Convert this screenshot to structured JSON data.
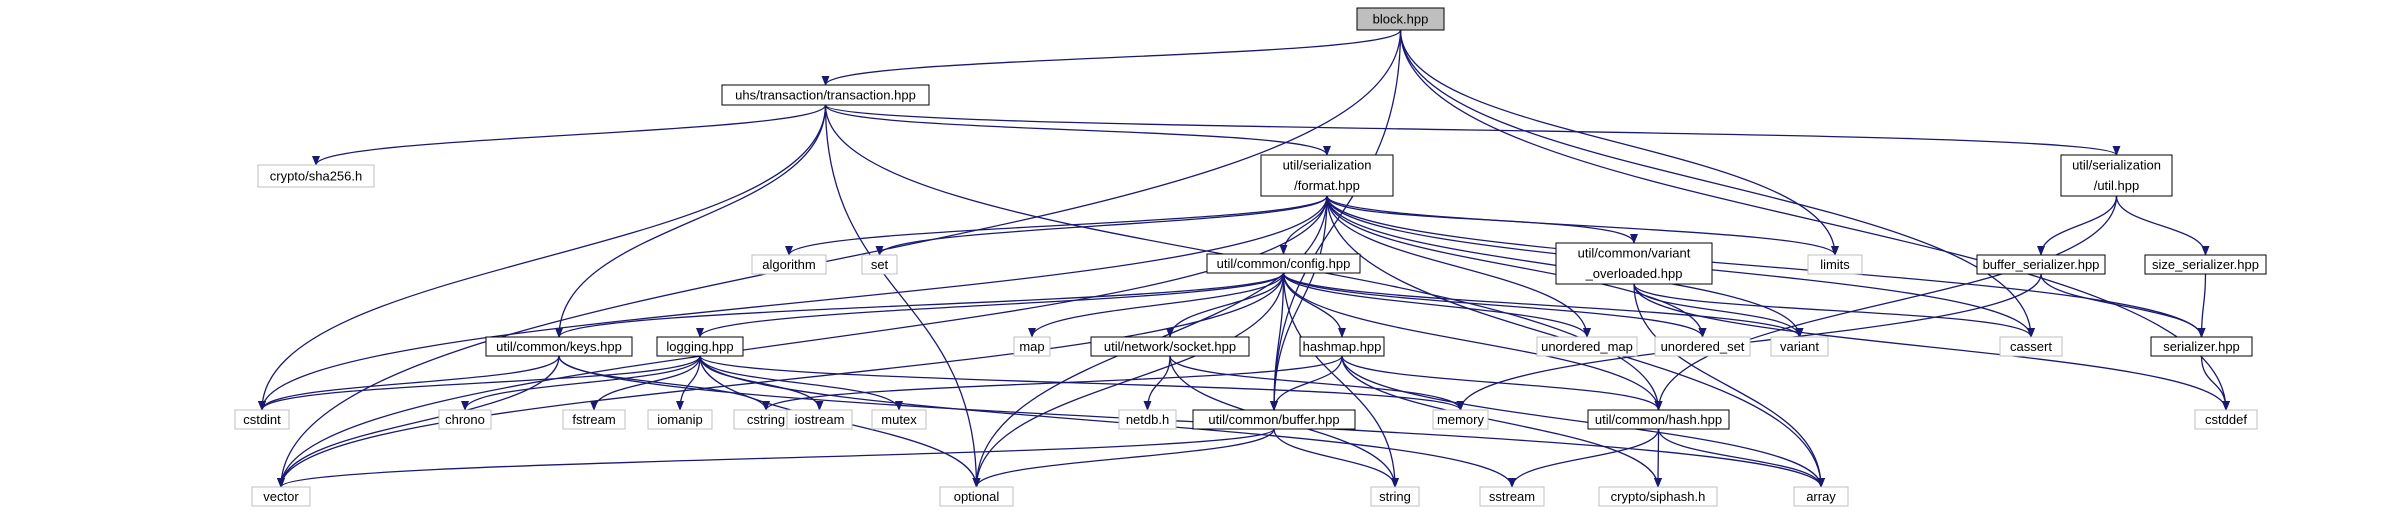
{
  "nodes": {
    "block": {
      "lines": [
        "block.hpp"
      ],
      "kind": "root"
    },
    "transaction": {
      "lines": [
        "uhs/transaction/transaction.hpp"
      ],
      "kind": "local"
    },
    "sha256": {
      "lines": [
        "crypto/sha256.h"
      ],
      "kind": "system"
    },
    "format": {
      "lines": [
        "util/serialization",
        "/format.hpp"
      ],
      "kind": "local"
    },
    "util_hpp": {
      "lines": [
        "util/serialization",
        "/util.hpp"
      ],
      "kind": "local"
    },
    "algorithm": {
      "lines": [
        "algorithm"
      ],
      "kind": "system"
    },
    "set": {
      "lines": [
        "set"
      ],
      "kind": "system"
    },
    "config": {
      "lines": [
        "util/common/config.hpp"
      ],
      "kind": "local"
    },
    "variant_overloaded": {
      "lines": [
        "util/common/variant",
        "_overloaded.hpp"
      ],
      "kind": "local"
    },
    "limits": {
      "lines": [
        "limits"
      ],
      "kind": "system"
    },
    "buffer_serializer": {
      "lines": [
        "buffer_serializer.hpp"
      ],
      "kind": "local"
    },
    "size_serializer": {
      "lines": [
        "size_serializer.hpp"
      ],
      "kind": "local"
    },
    "map": {
      "lines": [
        "map"
      ],
      "kind": "system"
    },
    "keys": {
      "lines": [
        "util/common/keys.hpp"
      ],
      "kind": "local"
    },
    "logging": {
      "lines": [
        "logging.hpp"
      ],
      "kind": "local"
    },
    "socket": {
      "lines": [
        "util/network/socket.hpp"
      ],
      "kind": "local"
    },
    "hashmap": {
      "lines": [
        "hashmap.hpp"
      ],
      "kind": "local"
    },
    "unordered_map": {
      "lines": [
        "unordered_map"
      ],
      "kind": "system"
    },
    "unordered_set": {
      "lines": [
        "unordered_set"
      ],
      "kind": "system"
    },
    "variant": {
      "lines": [
        "variant"
      ],
      "kind": "system"
    },
    "cassert": {
      "lines": [
        "cassert"
      ],
      "kind": "system"
    },
    "serializer": {
      "lines": [
        "serializer.hpp"
      ],
      "kind": "local"
    },
    "cstdint": {
      "lines": [
        "cstdint"
      ],
      "kind": "system"
    },
    "chrono": {
      "lines": [
        "chrono"
      ],
      "kind": "system"
    },
    "fstream": {
      "lines": [
        "fstream"
      ],
      "kind": "system"
    },
    "iomanip": {
      "lines": [
        "iomanip"
      ],
      "kind": "system"
    },
    "cstring": {
      "lines": [
        "cstring"
      ],
      "kind": "system"
    },
    "iostream": {
      "lines": [
        "iostream"
      ],
      "kind": "system"
    },
    "mutex": {
      "lines": [
        "mutex"
      ],
      "kind": "system"
    },
    "netdb": {
      "lines": [
        "netdb.h"
      ],
      "kind": "system"
    },
    "buffer": {
      "lines": [
        "util/common/buffer.hpp"
      ],
      "kind": "local"
    },
    "memory": {
      "lines": [
        "memory"
      ],
      "kind": "system"
    },
    "hash": {
      "lines": [
        "util/common/hash.hpp"
      ],
      "kind": "local"
    },
    "cstddef": {
      "lines": [
        "cstddef"
      ],
      "kind": "system"
    },
    "vector": {
      "lines": [
        "vector"
      ],
      "kind": "system"
    },
    "optional": {
      "lines": [
        "optional"
      ],
      "kind": "system"
    },
    "string": {
      "lines": [
        "string"
      ],
      "kind": "system"
    },
    "sstream": {
      "lines": [
        "sstream"
      ],
      "kind": "system"
    },
    "siphash": {
      "lines": [
        "crypto/siphash.h"
      ],
      "kind": "system"
    },
    "array": {
      "lines": [
        "array"
      ],
      "kind": "system"
    }
  },
  "edges": [
    [
      "block",
      "transaction"
    ],
    [
      "block",
      "vector"
    ],
    [
      "block",
      "buffer"
    ],
    [
      "block",
      "limits"
    ],
    [
      "block",
      "cassert"
    ],
    [
      "block",
      "cstddef"
    ],
    [
      "transaction",
      "sha256"
    ],
    [
      "transaction",
      "format"
    ],
    [
      "transaction",
      "util_hpp"
    ],
    [
      "transaction",
      "keys"
    ],
    [
      "transaction",
      "cstdint"
    ],
    [
      "transaction",
      "optional"
    ],
    [
      "transaction",
      "hash"
    ],
    [
      "format",
      "algorithm"
    ],
    [
      "format",
      "set"
    ],
    [
      "format",
      "config"
    ],
    [
      "format",
      "variant_overloaded"
    ],
    [
      "format",
      "limits"
    ],
    [
      "format",
      "buffer"
    ],
    [
      "format",
      "unordered_map"
    ],
    [
      "format",
      "unordered_set"
    ],
    [
      "format",
      "variant"
    ],
    [
      "format",
      "cassert"
    ],
    [
      "format",
      "serializer"
    ],
    [
      "format",
      "cstdint"
    ],
    [
      "format",
      "vector"
    ],
    [
      "format",
      "optional"
    ],
    [
      "format",
      "array"
    ],
    [
      "util_hpp",
      "buffer_serializer"
    ],
    [
      "util_hpp",
      "size_serializer"
    ],
    [
      "util_hpp",
      "hash"
    ],
    [
      "buffer_serializer",
      "serializer"
    ],
    [
      "buffer_serializer",
      "memory"
    ],
    [
      "size_serializer",
      "serializer"
    ],
    [
      "serializer",
      "cstddef"
    ],
    [
      "variant_overloaded",
      "variant"
    ],
    [
      "variant_overloaded",
      "cassert"
    ],
    [
      "variant_overloaded",
      "cstddef"
    ],
    [
      "variant_overloaded",
      "array"
    ],
    [
      "config",
      "map"
    ],
    [
      "config",
      "keys"
    ],
    [
      "config",
      "logging"
    ],
    [
      "config",
      "socket"
    ],
    [
      "config",
      "hashmap"
    ],
    [
      "config",
      "unordered_map"
    ],
    [
      "config",
      "unordered_set"
    ],
    [
      "config",
      "variant"
    ],
    [
      "config",
      "hash"
    ],
    [
      "config",
      "vector"
    ],
    [
      "config",
      "optional"
    ],
    [
      "config",
      "string"
    ],
    [
      "config",
      "buffer"
    ],
    [
      "keys",
      "cstring"
    ],
    [
      "keys",
      "vector"
    ],
    [
      "keys",
      "cstdint"
    ],
    [
      "keys",
      "array"
    ],
    [
      "logging",
      "cstdint"
    ],
    [
      "logging",
      "chrono"
    ],
    [
      "logging",
      "fstream"
    ],
    [
      "logging",
      "iomanip"
    ],
    [
      "logging",
      "iostream"
    ],
    [
      "logging",
      "mutex"
    ],
    [
      "logging",
      "optional"
    ],
    [
      "logging",
      "sstream"
    ],
    [
      "logging",
      "memory"
    ],
    [
      "socket",
      "netdb"
    ],
    [
      "socket",
      "memory"
    ],
    [
      "socket",
      "string"
    ],
    [
      "hashmap",
      "buffer"
    ],
    [
      "hashmap",
      "hash"
    ],
    [
      "hashmap",
      "cstring"
    ],
    [
      "hashmap",
      "siphash"
    ],
    [
      "hashmap",
      "array"
    ],
    [
      "buffer",
      "vector"
    ],
    [
      "buffer",
      "optional"
    ],
    [
      "buffer",
      "string"
    ],
    [
      "hash",
      "siphash"
    ],
    [
      "hash",
      "array"
    ],
    [
      "hash",
      "sstream"
    ]
  ]
}
